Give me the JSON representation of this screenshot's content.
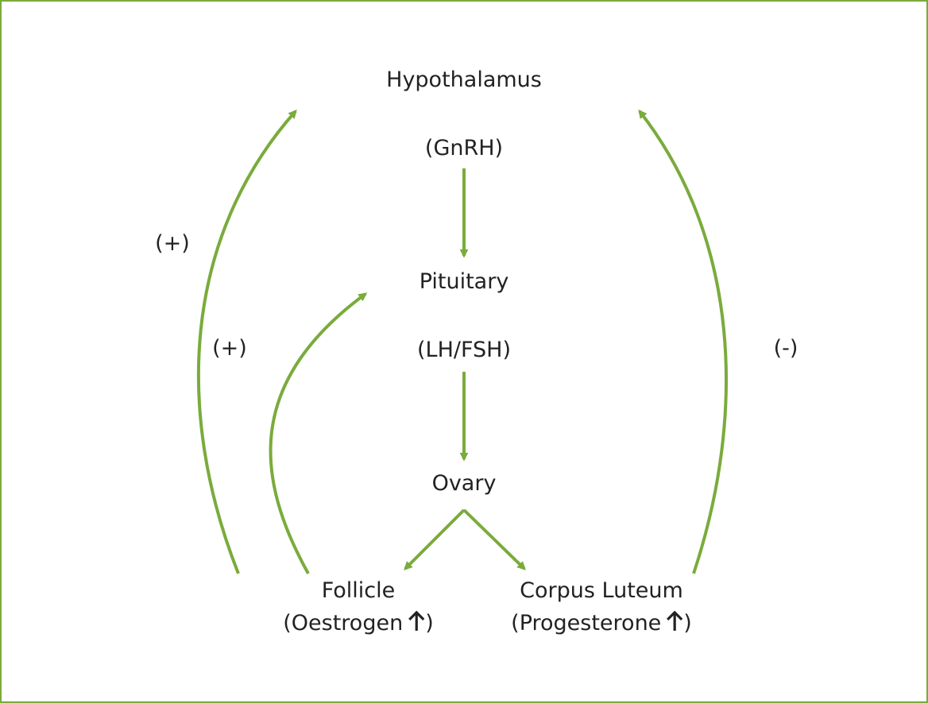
{
  "colors": {
    "arrow": "#7aab3c",
    "border": "#7aab3c",
    "text": "#222222"
  },
  "nodes": {
    "hypothalamus": "Hypothalamus",
    "gnrh": "(GnRH)",
    "pituitary": "Pituitary",
    "lh_fsh": "(LH/FSH)",
    "ovary": "Ovary",
    "follicle": "Follicle",
    "oestrogen": "(Oestrogen",
    "oestrogen_close": ")",
    "corpus_luteum": "Corpus Luteum",
    "progesterone": "(Progesterone",
    "progesterone_close": ")"
  },
  "feedback": {
    "outer_left": "(+)",
    "inner_left": "(+)",
    "right": "(-)"
  },
  "icons": {
    "increase": "up-arrow-icon"
  }
}
